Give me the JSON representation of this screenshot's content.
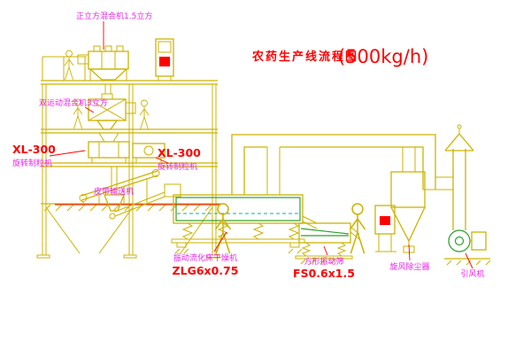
{
  "title": {
    "name": "农药生产线流程图",
    "capacity": "(500kg/h)"
  },
  "labels": {
    "mixer_top": "正立方混合机1.5立方",
    "mixer_mid": "双运动混合机3立方",
    "granulator_left_model": "XL-300",
    "granulator_left_name": "旋转制粒机",
    "granulator_mid_model": "XL-300",
    "granulator_mid_name": "旋转制粒机",
    "belt_conveyor": "皮带输送机",
    "dryer_name": "振动流化床干燥机",
    "dryer_model": "ZLG6x0.75",
    "screen_name": "方形振动筛",
    "screen_model": "FS0.6x1.5",
    "cyclone": "旋风除尘器",
    "fan": "引风机"
  },
  "colors": {
    "bg": "#ffffff",
    "line-yellow": "#ccb300",
    "line-green": "#2ca02c",
    "line-cyan": "#00b0b0",
    "label-magenta": "#ee22ee",
    "accent-red": "#ff0000"
  }
}
